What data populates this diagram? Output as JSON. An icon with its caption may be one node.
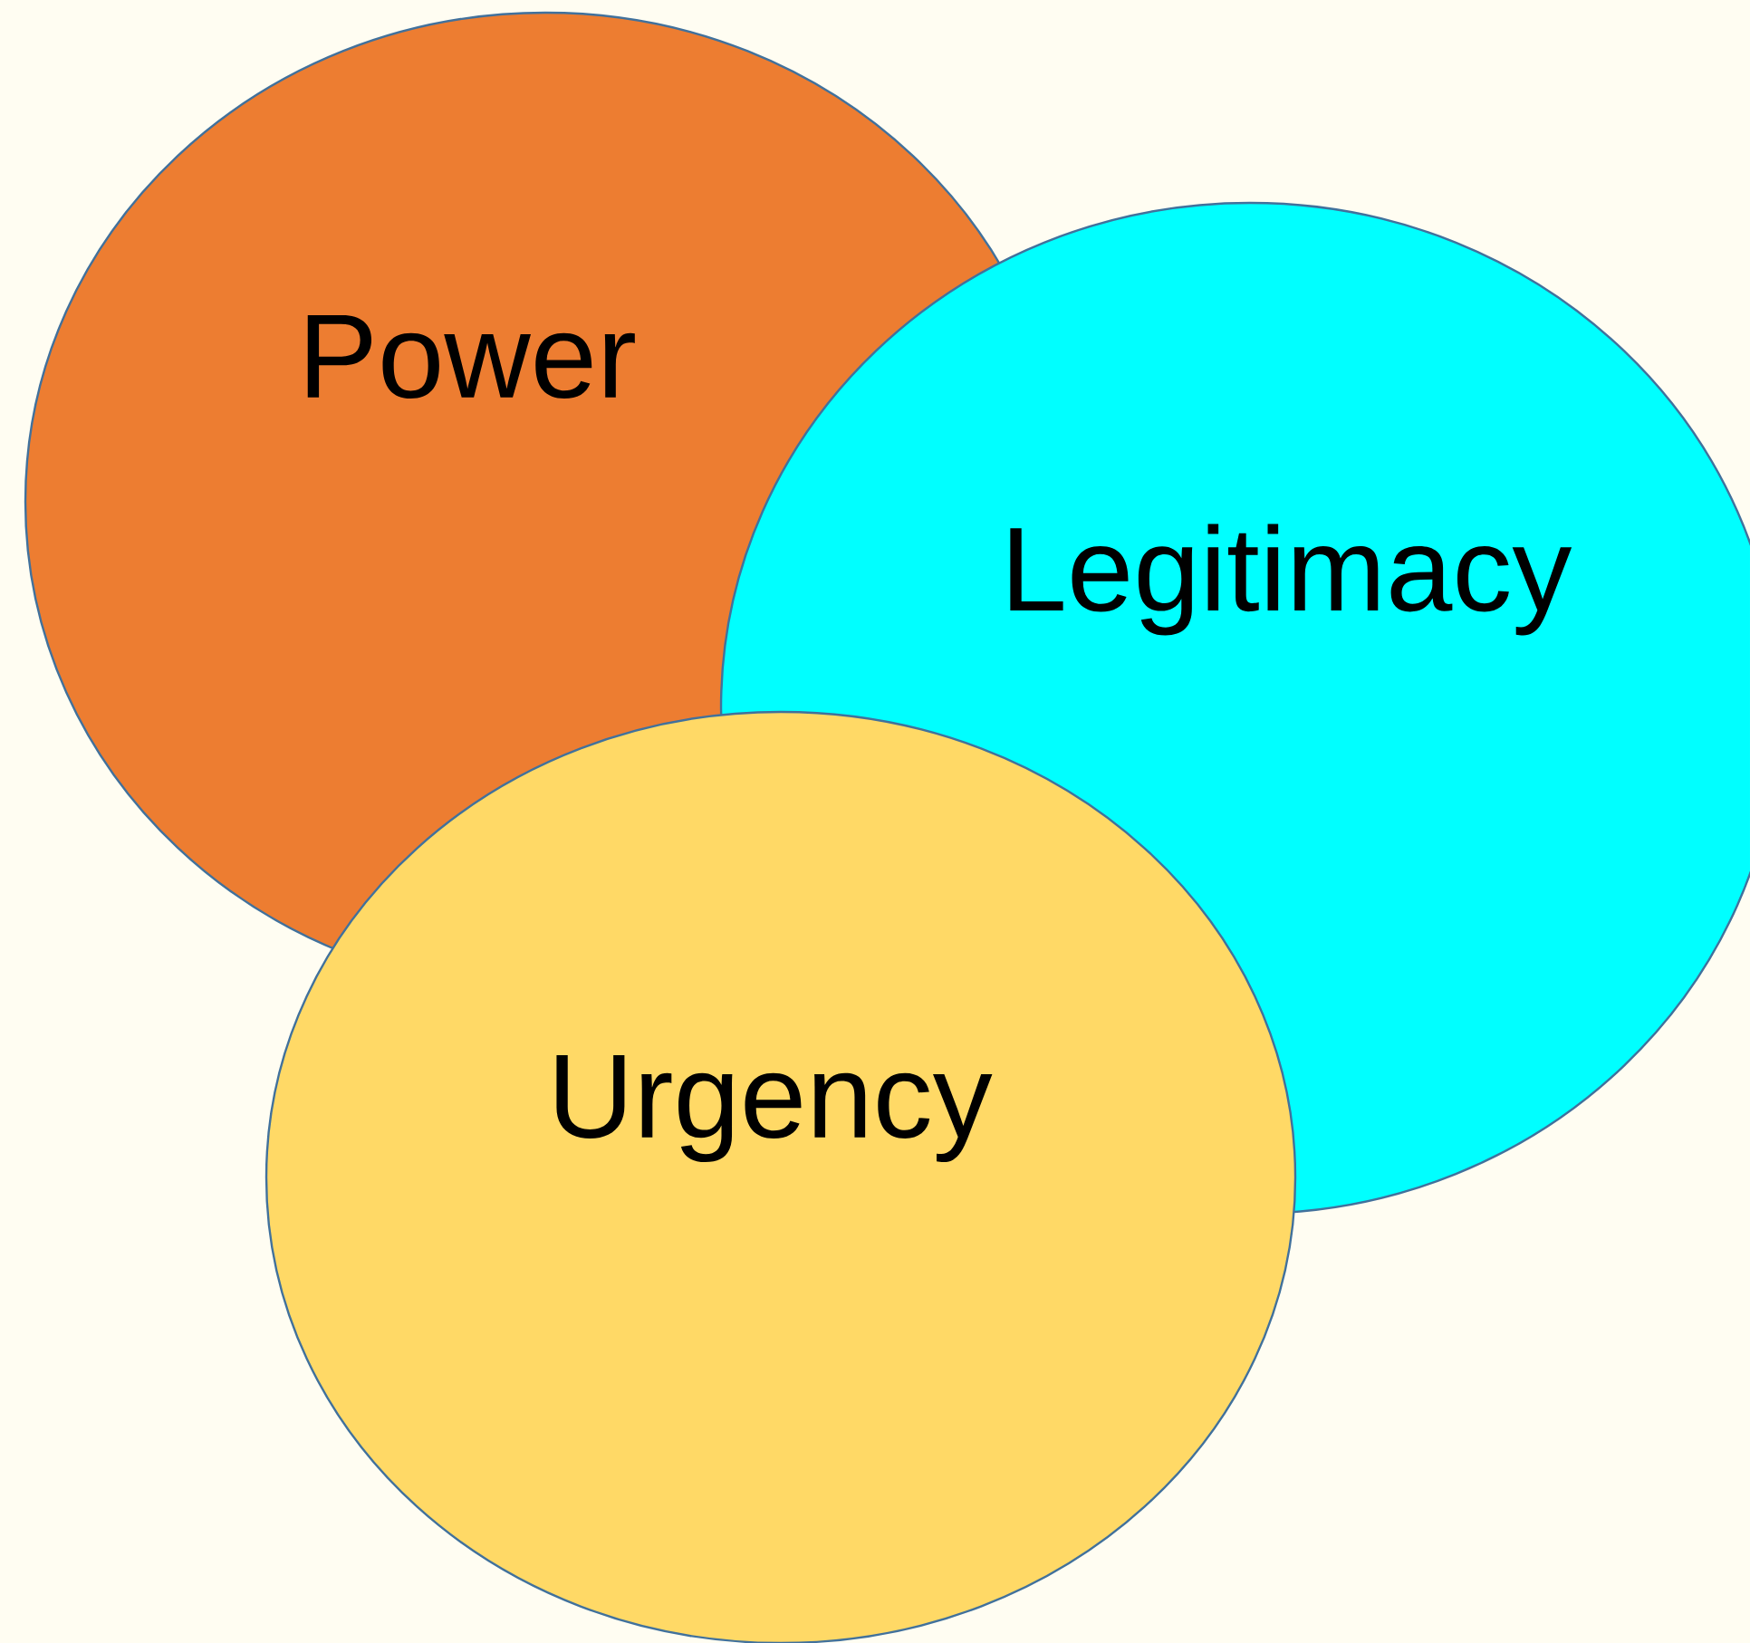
{
  "diagram": {
    "nodes": [
      {
        "text": [
          "Power"
        ]
      },
      {
        "text": [
          "Legitimacy"
        ]
      },
      {
        "text": [
          "Urgency"
        ]
      }
    ]
  }
}
